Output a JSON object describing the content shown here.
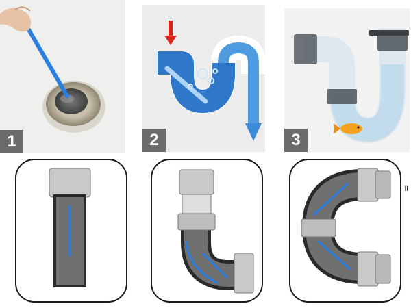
{
  "steps": [
    {
      "number": "1",
      "scene": "stick-inserted-into-sink-drain"
    },
    {
      "number": "2",
      "scene": "water-flowing-through-p-trap"
    },
    {
      "number": "3",
      "scene": "transparent-p-trap-with-goldfish"
    }
  ],
  "diagrams": [
    {
      "scene": "straight-pipe-with-stick"
    },
    {
      "scene": "elbow-pipe-with-stick"
    },
    {
      "scene": "u-bend-pipe-with-stick"
    }
  ],
  "colors": {
    "stick_blue": "#2a7fe0",
    "flow_blue": "#2f78c9",
    "arrow_red": "#d9261c",
    "badge_gray": "#6b6b6b",
    "pipe_dark": "#2a2a2a",
    "pipe_fill": "#6f6f6f",
    "connector_gray": "#c9c9c9"
  },
  "edge_mark": "॥"
}
